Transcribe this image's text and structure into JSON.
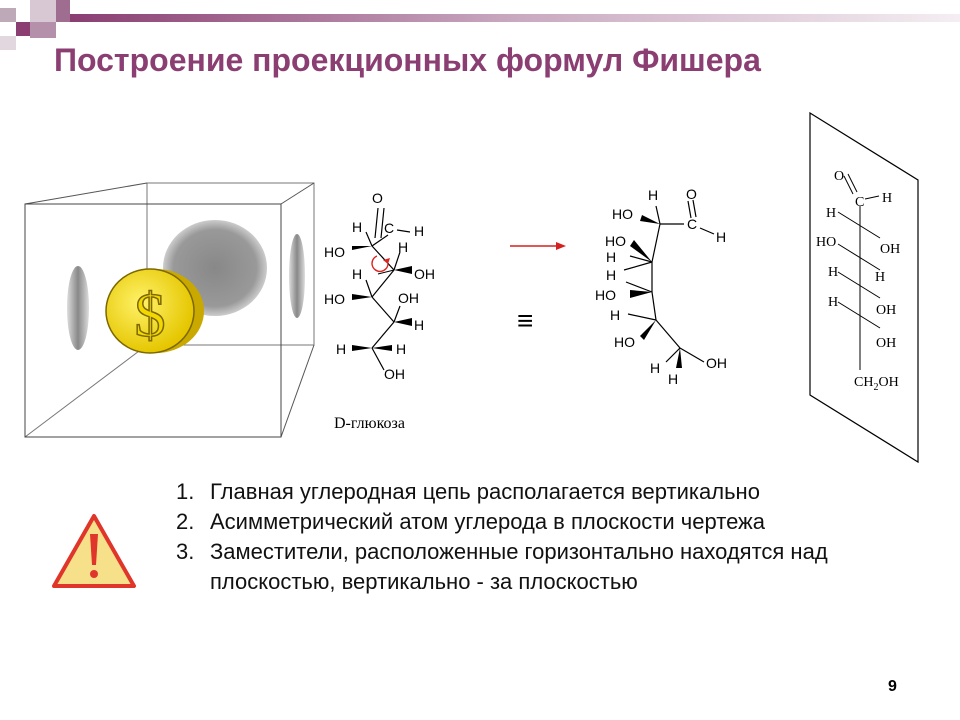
{
  "slide": {
    "title": "Построение проекционных формул Фишера",
    "page_number": "9",
    "accent_color": "#8a3e72"
  },
  "structure_1": {
    "O": "O",
    "C": "C",
    "H1": "H",
    "H2": "H",
    "HO1": "HO",
    "H3": "H",
    "H4": "H",
    "OH1": "OH",
    "HO2": "HO",
    "OH2": "OH",
    "H5": "H",
    "H6": "H",
    "H7": "H",
    "OH3": "OH",
    "caption": "D-глюкоза"
  },
  "equivalence": "≡",
  "structure_2": {
    "H1": "H",
    "O": "O",
    "HO1": "HO",
    "C": "C",
    "H2": "H",
    "HO2": "HO",
    "H3": "H",
    "H4": "H",
    "HO3": "HO",
    "H5": "H",
    "HO4": "HO",
    "H6": "H",
    "H7": "H",
    "OH1": "OH"
  },
  "fischer": {
    "O": "O",
    "C": "C",
    "H_top": "H",
    "H1": "H",
    "HO1": "HO",
    "OH1": "OH",
    "H2": "H",
    "H3": "H",
    "OH2": "OH",
    "OH3": "OH",
    "ch2oh_1": "CH",
    "ch2oh_sub": "2",
    "ch2oh_2": "OH"
  },
  "warning_icon": "warning-triangle-icon",
  "rules": [
    {
      "num": "1.",
      "text": "Главная углеродная цепь располагается вертикально"
    },
    {
      "num": "2.",
      "text": "Асимметрический атом углерода в плоскости чертежа"
    },
    {
      "num": "3.",
      "text": "Заместители, расположенные горизонтально находятся над плоскостью, вертикально - за плоскостью"
    }
  ]
}
